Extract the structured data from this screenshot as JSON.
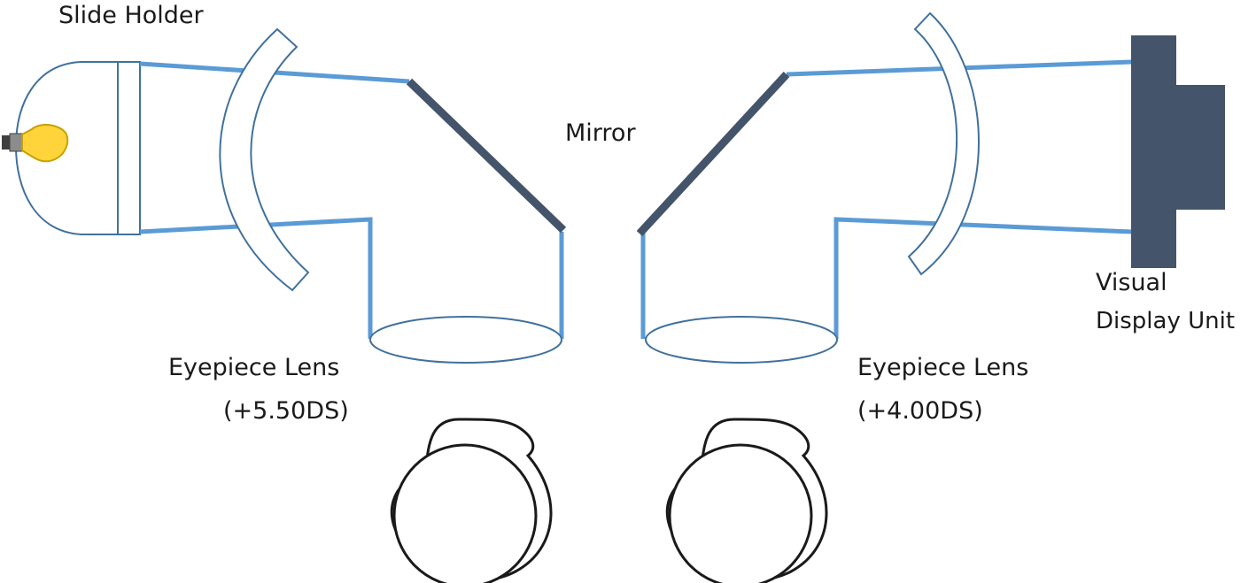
{
  "labels": {
    "slide_holder": "Slide Holder",
    "mirror": "Mirror",
    "eyepiece_left_title": "Eyepiece Lens",
    "eyepiece_left_power": "(+5.50DS)",
    "eyepiece_right_title": "Eyepiece Lens",
    "eyepiece_right_power": "(+4.00DS)",
    "vdu_line1": "Visual",
    "vdu_line2": "Display Unit"
  },
  "colors": {
    "light_beam": "#5b9bd5",
    "outline": "#41719c",
    "mirror": "#44546a",
    "display_unit": "#44546a",
    "bulb": "#ffd43b",
    "eye_outline": "#1a1a1a"
  },
  "icons": {
    "light_source": "lightbulb-icon"
  }
}
